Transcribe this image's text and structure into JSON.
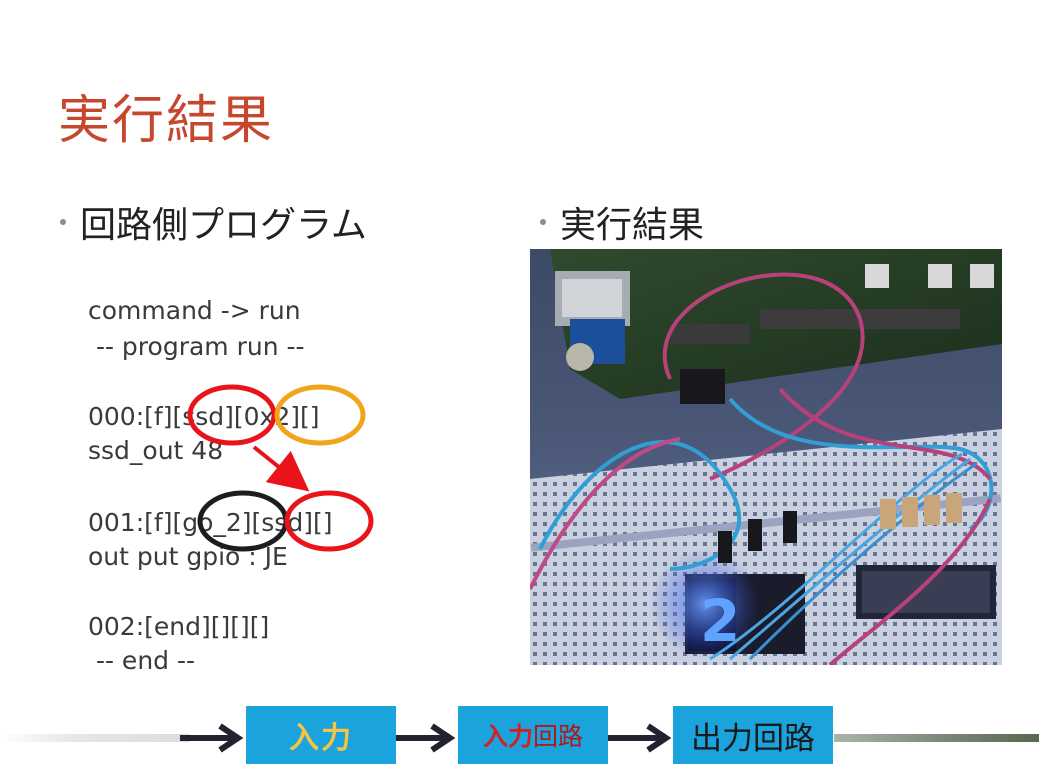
{
  "slide": {
    "title": "実行結果"
  },
  "bullets": {
    "left": "回路側プログラム",
    "right": "実行結果"
  },
  "terminal": {
    "lines": [
      "command -> run",
      " -- program run --",
      "000:[f][ssd][0x2][]",
      "ssd_out 48",
      "001:[f][go_2][ssd][]",
      "out put gpio : JE",
      "002:[end][][][]",
      " -- end --"
    ]
  },
  "photo": {
    "display_digit": "2"
  },
  "flow": {
    "step1": "入力",
    "step2_part1": "入力",
    "step2_part2": "回路",
    "step3": "出力回路"
  },
  "colors": {
    "title": "#c4472e",
    "flow_box": "#1aa3dc",
    "step1_text": "#f4c542",
    "step2_text_a": "#d81e1e",
    "step2_text_b": "#b01818",
    "step3_text": "#1a1a1a",
    "annot_red": "#e8141a",
    "annot_orange": "#f2a41a",
    "annot_dark": "#1c1c22"
  }
}
